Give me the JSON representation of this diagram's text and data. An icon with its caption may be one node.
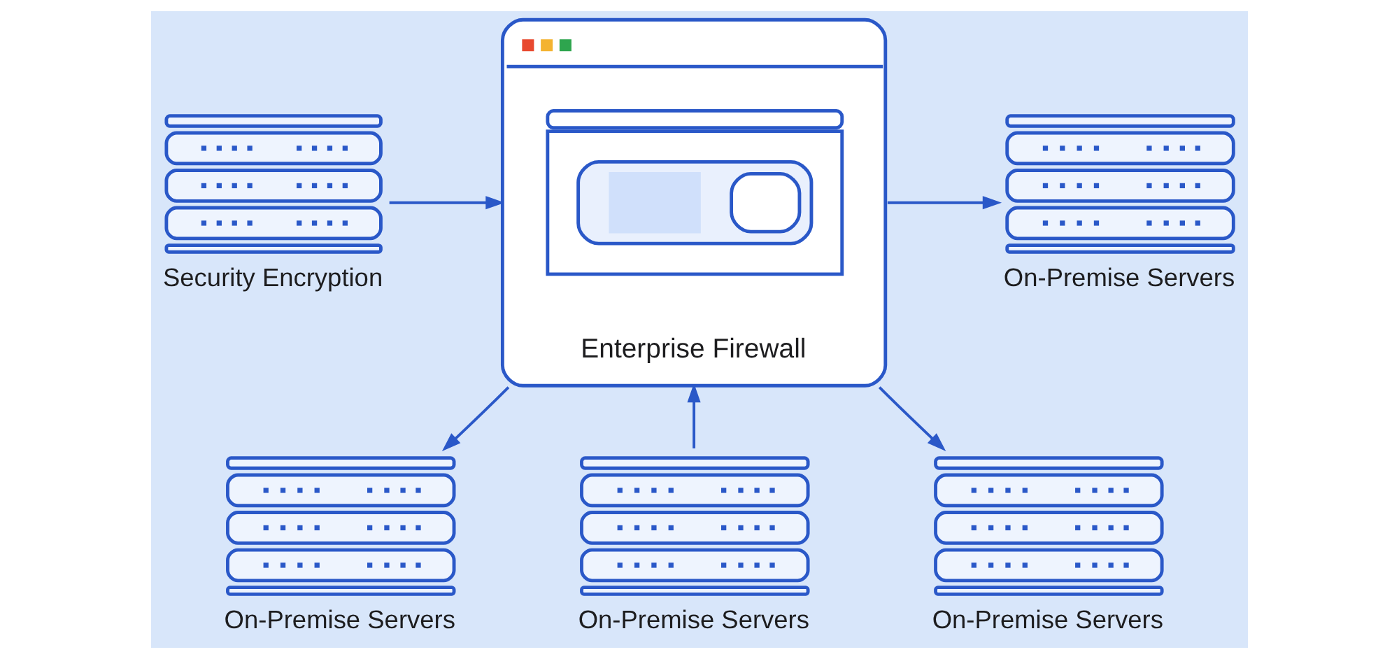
{
  "diagram": {
    "nodes": [
      {
        "text": [
          "Security Encryption"
        ]
      },
      {
        "text": [
          "Enterprise Firewall"
        ]
      },
      {
        "text": [
          "On-Premise Servers"
        ]
      },
      {
        "text": [
          "On-Premise Servers"
        ]
      },
      {
        "text": [
          "On-Premise Servers"
        ]
      },
      {
        "text": [
          "On-Premise Servers"
        ]
      }
    ],
    "edges": [
      {
        "from": 0,
        "to": 1,
        "arrow": "to"
      },
      {
        "from": 1,
        "to": 2,
        "arrow": "to"
      },
      {
        "from": 1,
        "to": 3,
        "arrow": "to"
      },
      {
        "from": 4,
        "to": 1,
        "arrow": "to"
      },
      {
        "from": 1,
        "to": 5,
        "arrow": "to"
      }
    ]
  }
}
